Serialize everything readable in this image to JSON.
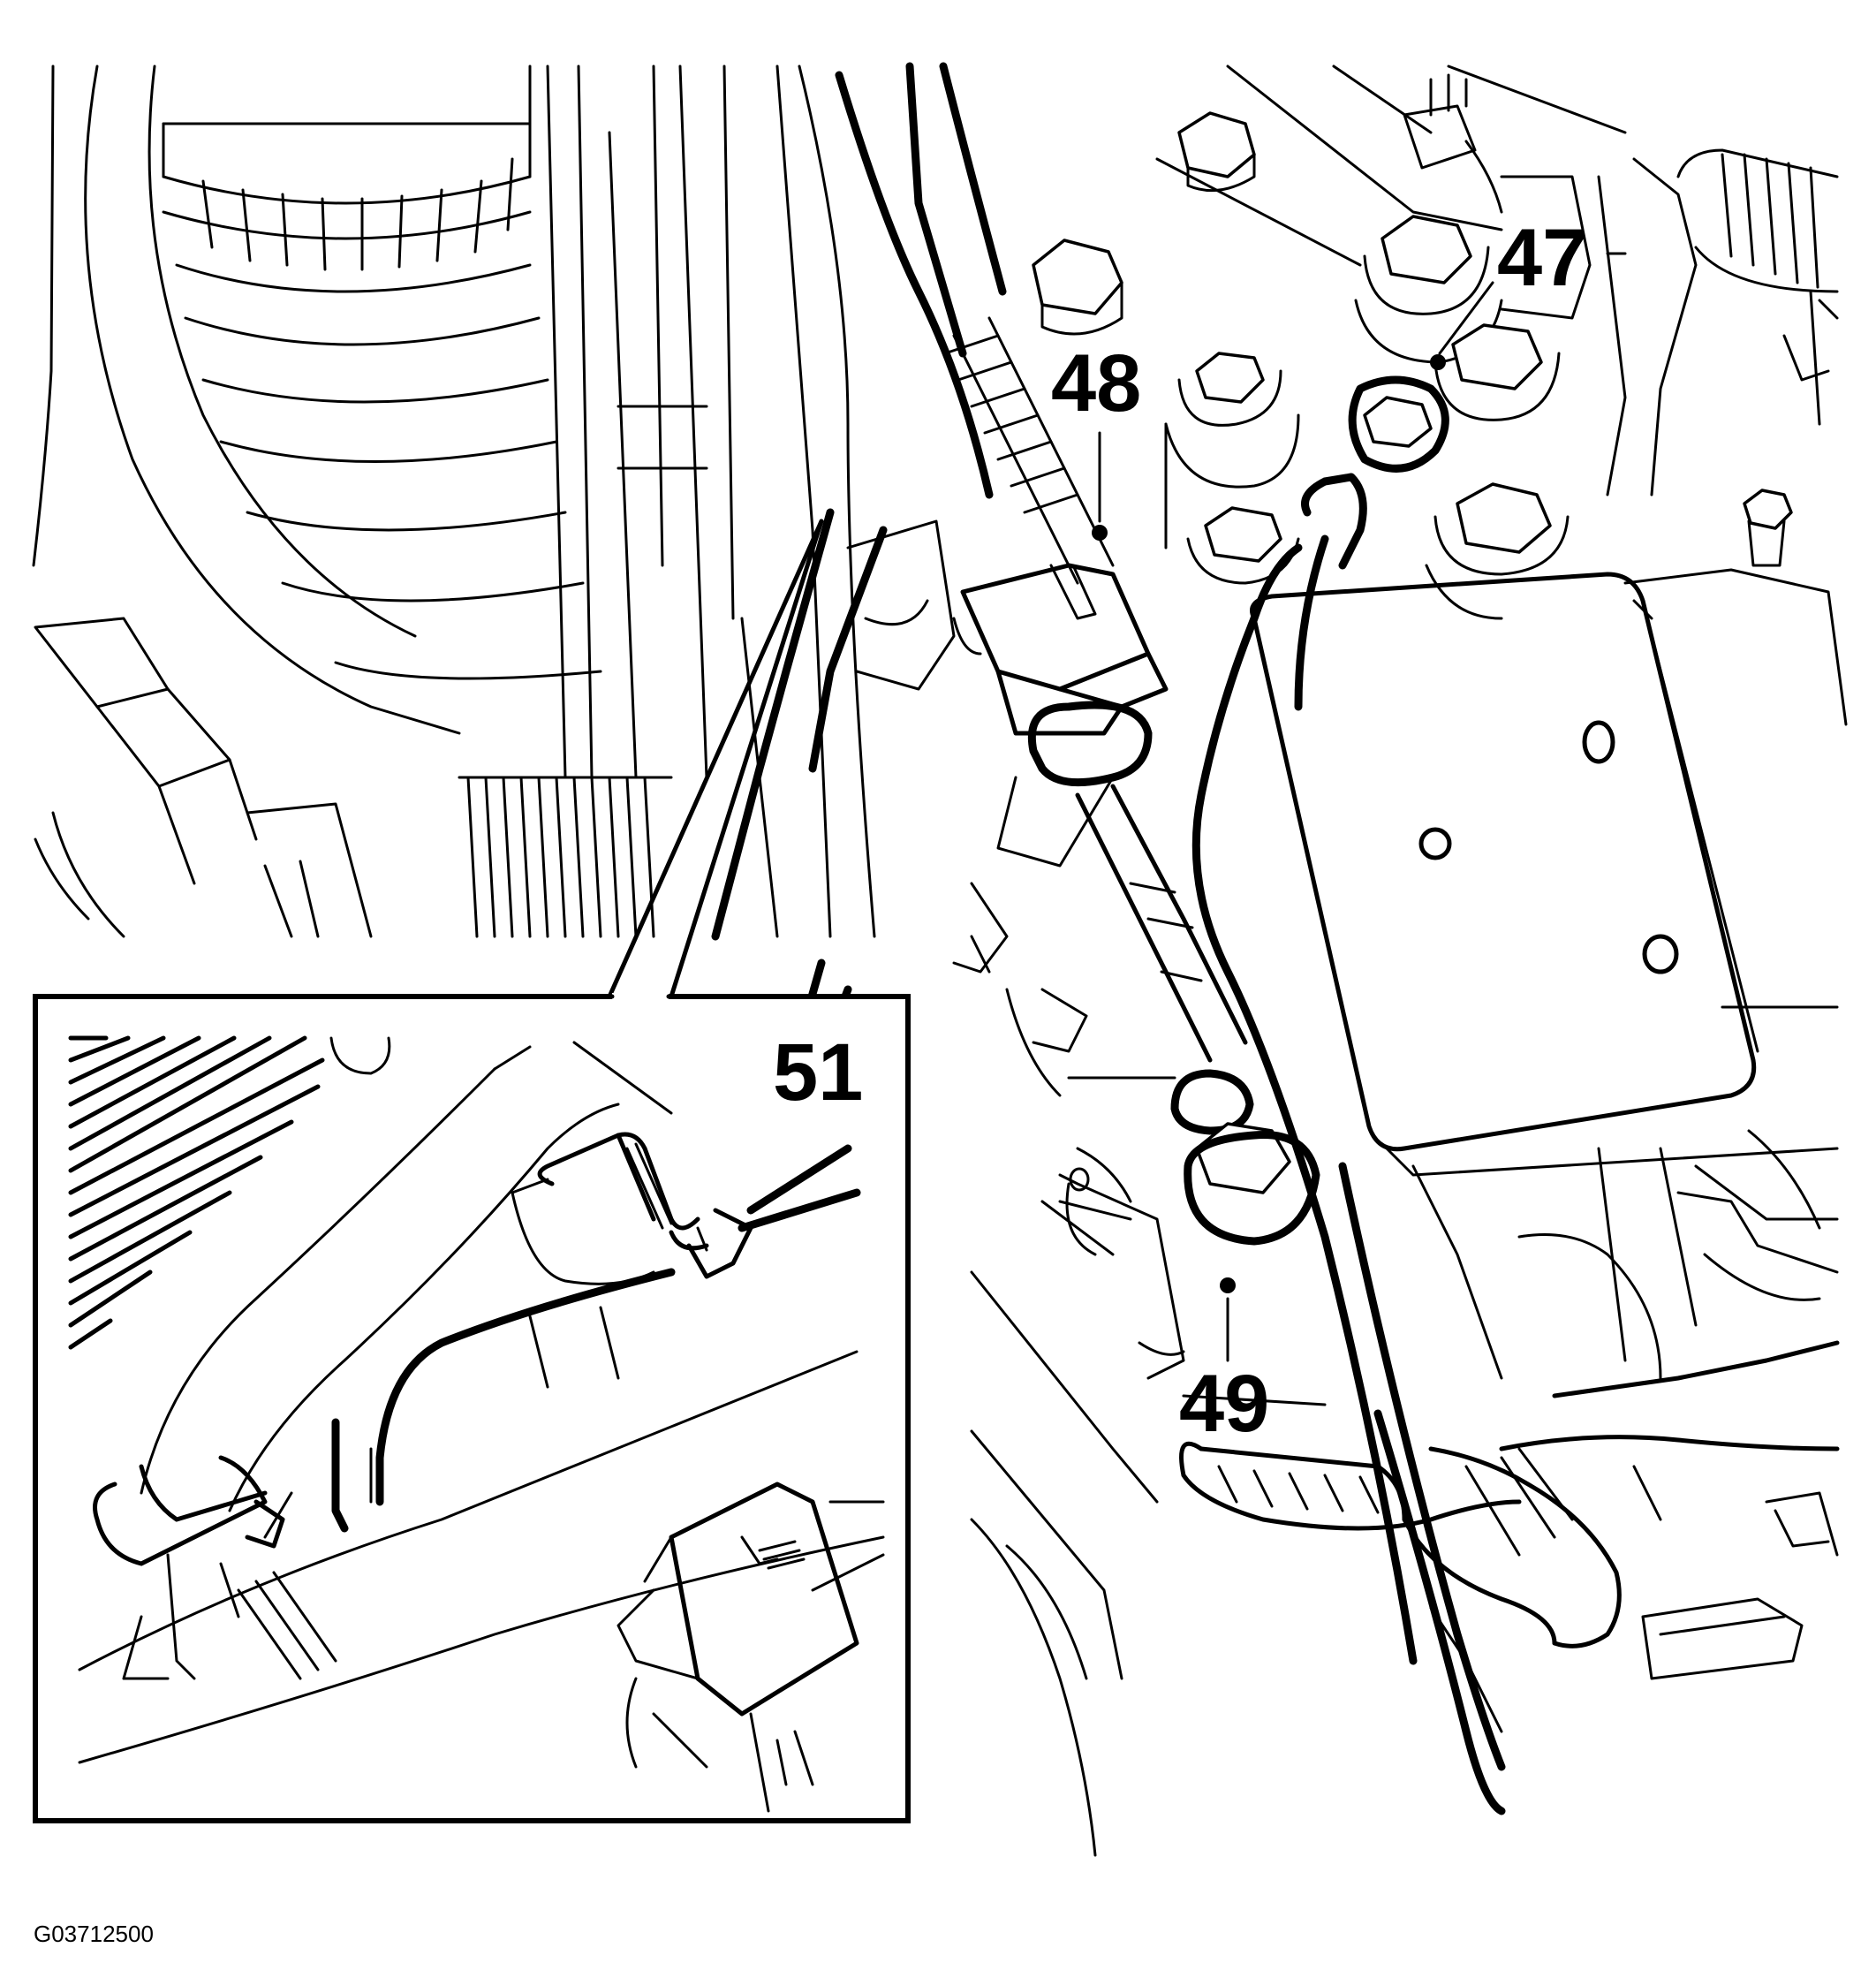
{
  "figure": {
    "id": "G03712500",
    "callouts": [
      {
        "label": "47"
      },
      {
        "label": "48"
      },
      {
        "label": "49"
      },
      {
        "label": "51"
      }
    ]
  }
}
